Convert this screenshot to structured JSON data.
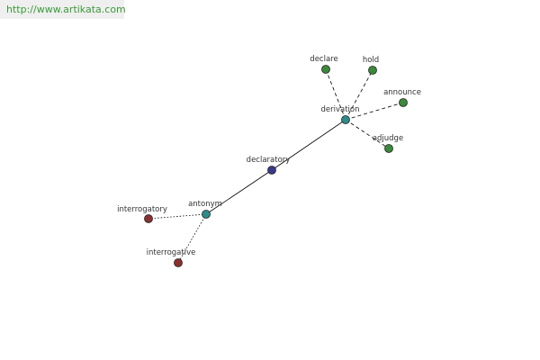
{
  "banner": {
    "url": "http://www.artikata.com"
  },
  "colors": {
    "center": "#3a3a8a",
    "relation": "#2e8b8b",
    "derived": "#3a8a3a",
    "antonym_leaf": "#8a3030",
    "edge": "#000000"
  },
  "graph": {
    "nodes": [
      {
        "id": "declaratory",
        "label": "declaratory",
        "kind": "center"
      },
      {
        "id": "derivation",
        "label": "derivation",
        "kind": "relation"
      },
      {
        "id": "antonym",
        "label": "antonym",
        "kind": "relation"
      },
      {
        "id": "declare",
        "label": "declare",
        "kind": "derived"
      },
      {
        "id": "hold",
        "label": "hold",
        "kind": "derived"
      },
      {
        "id": "announce",
        "label": "announce",
        "kind": "derived"
      },
      {
        "id": "adjudge",
        "label": "adjudge",
        "kind": "derived"
      },
      {
        "id": "interrogatory",
        "label": "interrogatory",
        "kind": "antonym_leaf"
      },
      {
        "id": "interrogative",
        "label": "interrogative",
        "kind": "antonym_leaf"
      }
    ],
    "edges": [
      {
        "from": "declaratory",
        "to": "derivation",
        "style": "solid"
      },
      {
        "from": "declaratory",
        "to": "antonym",
        "style": "solid"
      },
      {
        "from": "derivation",
        "to": "declare",
        "style": "dashed"
      },
      {
        "from": "derivation",
        "to": "hold",
        "style": "dashed"
      },
      {
        "from": "derivation",
        "to": "announce",
        "style": "dashed"
      },
      {
        "from": "derivation",
        "to": "adjudge",
        "style": "dashed"
      },
      {
        "from": "antonym",
        "to": "interrogatory",
        "style": "dotted"
      },
      {
        "from": "antonym",
        "to": "interrogative",
        "style": "dotted"
      }
    ]
  }
}
